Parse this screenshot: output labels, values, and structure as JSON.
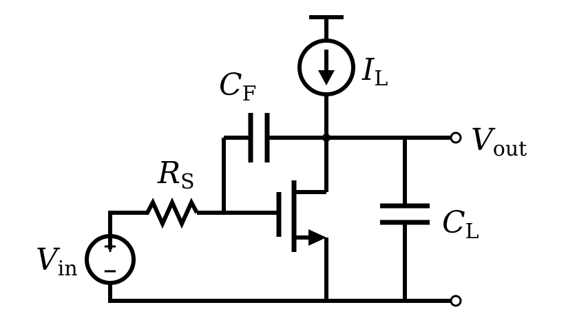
{
  "labels": {
    "rs": {
      "main": "R",
      "sub": "S"
    },
    "cf": {
      "main": "C",
      "sub": "F"
    },
    "il": {
      "main": "I",
      "sub": "L"
    },
    "cl": {
      "main": "C",
      "sub": "L"
    },
    "vout": {
      "main": "V",
      "sub": "out"
    },
    "vin": {
      "main": "V",
      "sub": "in"
    },
    "plus": "+",
    "minus": "−"
  },
  "colors": {
    "stroke": "#000000",
    "background": "#ffffff"
  }
}
